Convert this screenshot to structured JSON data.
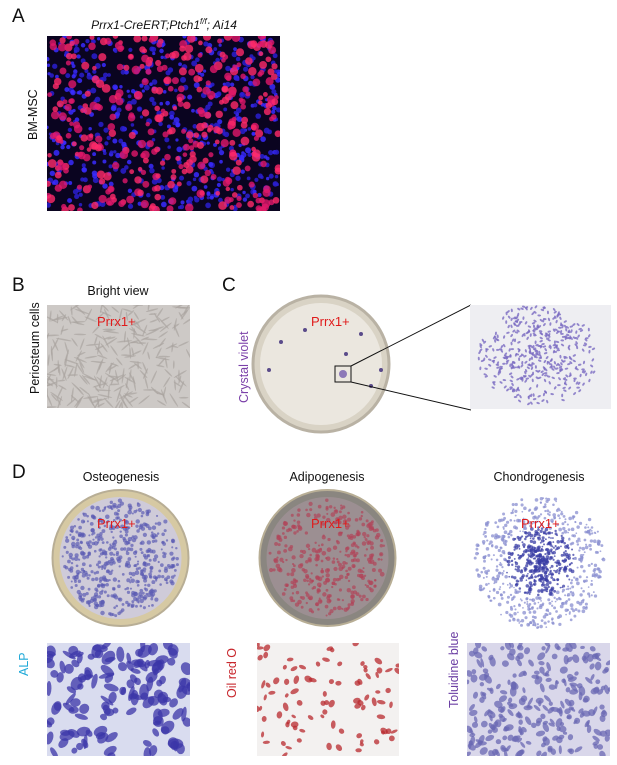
{
  "panels": {
    "A": {
      "letter": "A",
      "title_main": "Prrx1-CreERT;Ptch1",
      "title_sup": "f/f",
      "title_tail": "; Ai14",
      "row_label": "BM-MSC"
    },
    "B": {
      "letter": "B",
      "header": "Bright view",
      "row_label": "Periosteum cells",
      "marker": "Prrx1+"
    },
    "C": {
      "letter": "C",
      "stain_label": "Crystal violet",
      "marker": "Prrx1+"
    },
    "D": {
      "letter": "D",
      "columns": [
        {
          "header": "Osteogenesis",
          "marker": "Prrx1+",
          "stain_label": "ALP"
        },
        {
          "header": "Adipogenesis",
          "marker": "Prrx1+",
          "stain_label": "Oil red O"
        },
        {
          "header": "Chondrogenesis",
          "marker": "Prrx1+",
          "stain_label": "Toluidine blue"
        }
      ]
    }
  },
  "colors": {
    "red_label": "#e01b1b",
    "alp_cyan": "#1fa9d8",
    "oil_red": "#c8272d",
    "violet": "#7a3fa8",
    "toluidine": "#6b3fa3"
  }
}
